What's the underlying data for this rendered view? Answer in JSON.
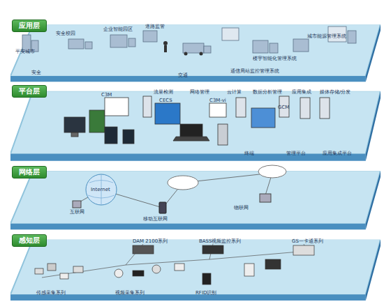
{
  "diagram": {
    "nodes": [
      {
        "text": [
          "应用层"
        ]
      },
      {
        "text": [
          "平台层"
        ]
      },
      {
        "text": [
          "网络层"
        ]
      },
      {
        "text": [
          "感知层"
        ]
      }
    ],
    "labels": [
      "平安城市",
      "安全校园",
      "企业智能园区",
      "道路监管",
      "通信局站监控管理系统",
      "楼宇智能化管理系统",
      "城市能源管理系统",
      "安全",
      "交通",
      "C3M",
      "流量检测",
      "CECS",
      "网络管理",
      "C3M-vi",
      "云计算",
      "数据分析管理",
      "GCM",
      "应用集成",
      "媒体存储/分发",
      "终端",
      "管理平台",
      "应用集成平台",
      "Internet",
      "互联网",
      "移动互联网",
      "物联网",
      "DAM 2100系列",
      "BASS视频监控系列",
      "GS一卡通系列",
      "传感采集系列",
      "视频采集系列",
      "RFID识别"
    ]
  }
}
